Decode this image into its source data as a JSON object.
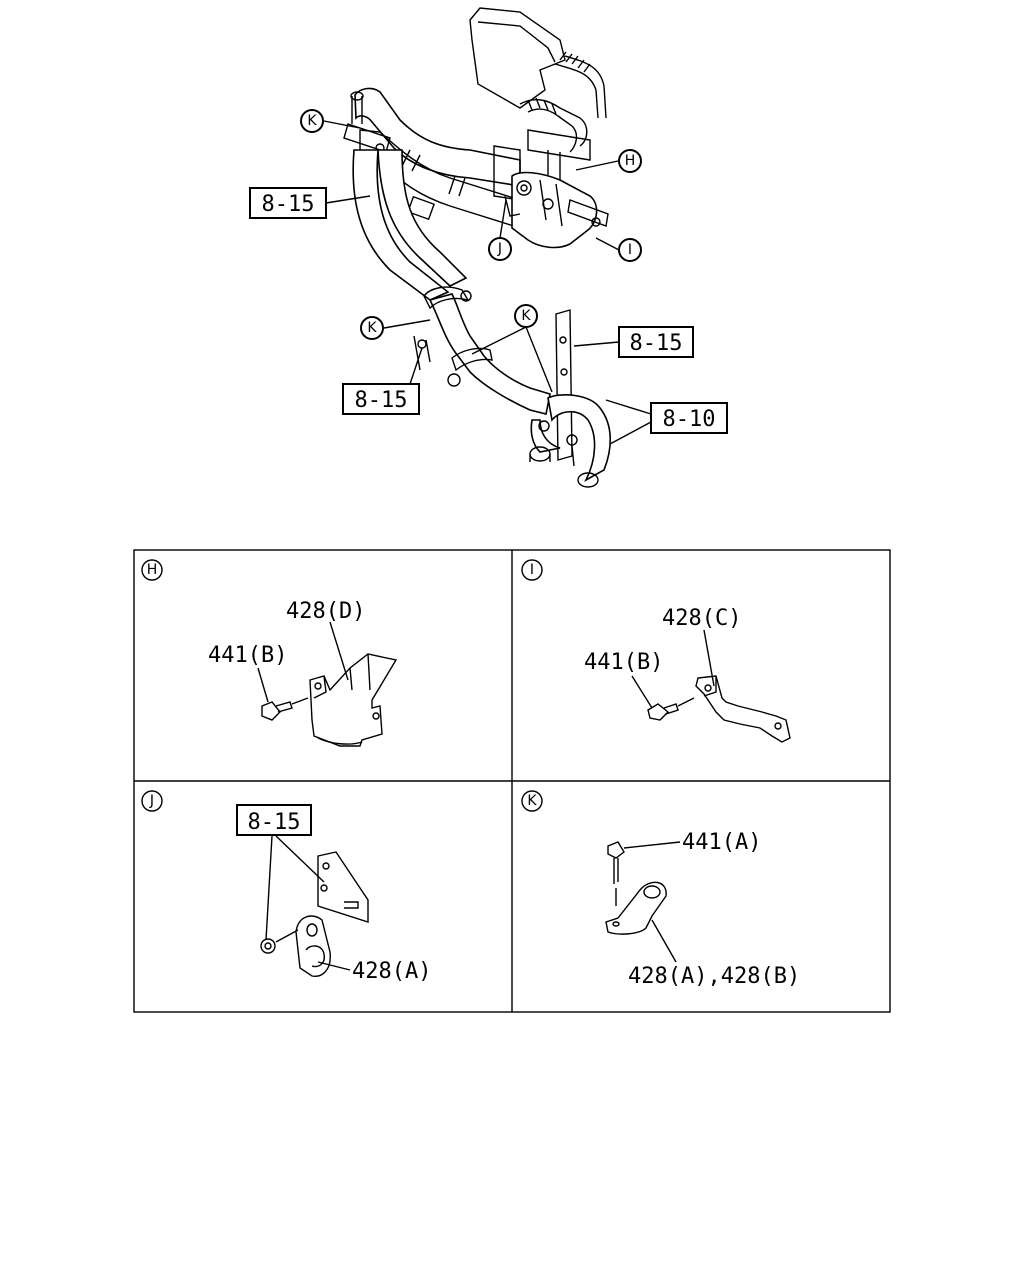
{
  "overview": {
    "callouts": {
      "k_top": "K",
      "h": "H",
      "i": "I",
      "j": "J",
      "k_mid_left": "K",
      "k_mid_right": "K"
    },
    "refs": {
      "ref_left": "8-15",
      "ref_mid_right": "8-15",
      "ref_mid_left": "8-15",
      "ref_hoses": "8-10"
    }
  },
  "panels": {
    "h": {
      "tag": "H",
      "bracket": "428(D)",
      "bolt": "441(B)"
    },
    "i": {
      "tag": "I",
      "bracket": "428(C)",
      "bolt": "441(B)"
    },
    "j": {
      "tag": "J",
      "ref": "8-15",
      "clamp": "428(A)"
    },
    "k": {
      "tag": "K",
      "bolt": "441(A)",
      "clamp": "428(A),428(B)"
    }
  }
}
